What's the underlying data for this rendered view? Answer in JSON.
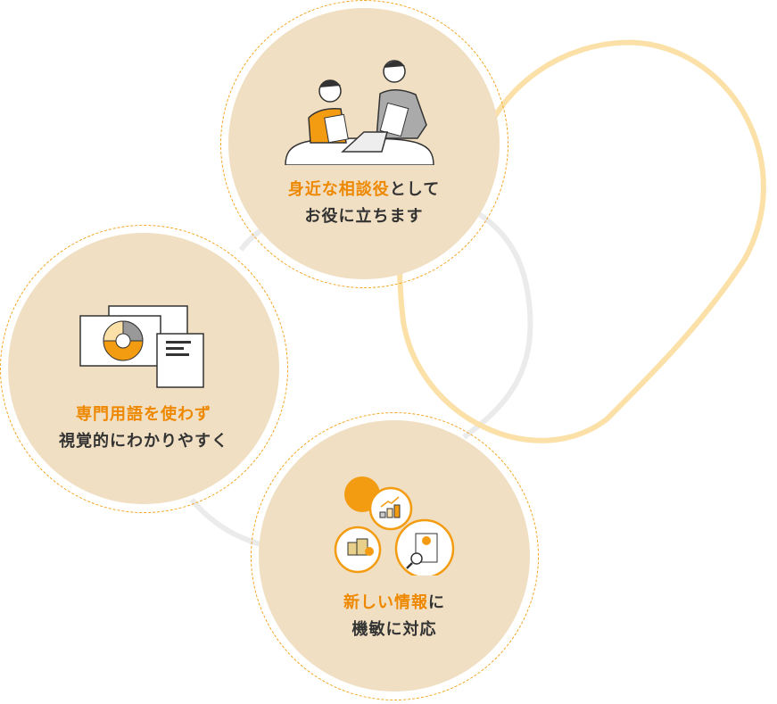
{
  "items": [
    {
      "highlight": "身近な相談役",
      "rest": "として",
      "line2": "お役に立ちます",
      "icon": "business-consultation-illustration"
    },
    {
      "highlight": "専門用語を使わず",
      "rest": "",
      "line2": "視覚的にわかりやすく",
      "icon": "charts-documents-illustration"
    },
    {
      "highlight": "新しい情報",
      "rest": "に",
      "line2": "機敏に対応",
      "icon": "finance-information-icons"
    }
  ],
  "colors": {
    "accent": "#ee8800",
    "circle": "#f0dfc2",
    "dashed": "#f3a41c",
    "loop": "#fbe0a8",
    "grey": "#ebebeb"
  }
}
